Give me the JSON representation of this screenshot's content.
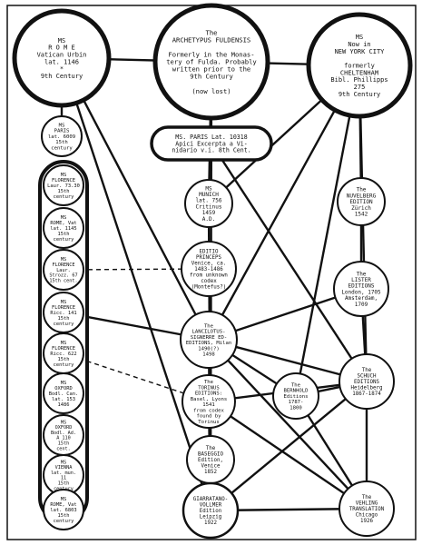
{
  "nodes": {
    "archetype": {
      "lines": [
        "The",
        "ARCHETYPUS FULDENSIS",
        "",
        "Formerly in the Monas-",
        "tery of Fulda. Probably",
        "written prior to the",
        "9th Century",
        "",
        "(now lost)"
      ]
    },
    "vatican1146": {
      "lines": [
        "MS",
        "R O M E",
        "Vatican Urbin",
        "lat. 1146",
        "*",
        "9th Century"
      ]
    },
    "newyork": {
      "lines": [
        "MS",
        "Now in",
        "NEW YORK CITY",
        "",
        "formerly",
        "CHELTENHAM",
        "Bibl. Phillipps",
        "275",
        "9th Century"
      ]
    },
    "paris6009": {
      "lines": [
        "MS",
        "PARIS",
        "lat. 6009",
        "15th",
        "century"
      ]
    },
    "parisApici": {
      "lines": [
        "MS. PARIS Lat. 10318",
        "Apici Excerpta a Vi-",
        "nidario v.i. 8th Cent."
      ]
    },
    "florence7330": {
      "lines": [
        "MS",
        "FLORENCE",
        "Laur. 73.30",
        "15th",
        "century"
      ]
    },
    "munich": {
      "lines": [
        "MS",
        "MUNICH",
        "lat. 756",
        "Critinus",
        "1459",
        "A.D."
      ]
    },
    "torrentino": {
      "lines": [
        "The",
        "NUVELBERG",
        "EDITION",
        "Zürich",
        "1542"
      ]
    },
    "rome1145": {
      "lines": [
        "MS",
        "ROME, Vat",
        "lat. 1145",
        "15th",
        "century"
      ]
    },
    "florenceStrozz": {
      "lines": [
        "MS",
        "FLORENCE",
        "Laur.",
        "Strozz. 67",
        "15th cent."
      ]
    },
    "princeps": {
      "lines": [
        "EDITIO",
        "PRINCEPS",
        "Venice, ca.",
        "1483-1486",
        "from unknown",
        "codex",
        "(Montefus?)"
      ]
    },
    "lister": {
      "lines": [
        "The",
        "LISTER",
        "EDITIONS",
        "London, 1705",
        "Amsterdam,",
        "1709"
      ]
    },
    "florence141": {
      "lines": [
        "MS",
        "FLORENCE",
        "Ricc. 141",
        "15th",
        "century"
      ]
    },
    "lancilotus": {
      "lines": [
        "The",
        "LANCILOTUS-",
        "SIGNERRE ED-",
        "EDITIONS, Milan",
        "1490(?)",
        "1498"
      ]
    },
    "florence622": {
      "lines": [
        "MS",
        "FLORENCE",
        "Ricc. 622",
        "15th",
        "century"
      ]
    },
    "oxford153": {
      "lines": [
        "MS",
        "OXFORD",
        "Bodl. Can.",
        "lat. 153",
        "1486"
      ]
    },
    "torinus": {
      "lines": [
        "The",
        "TORINUS",
        "EDITIONS:",
        "Basel, Lyons",
        "1541",
        "from codex",
        "found by",
        "Torinus"
      ]
    },
    "bernhold": {
      "lines": [
        "The",
        "BERNHOLD",
        "Editions",
        "1787-",
        "1800"
      ]
    },
    "schuch": {
      "lines": [
        "The",
        "SCHUCH",
        "EDITIONS",
        "Heidelberg",
        "1867-1874"
      ]
    },
    "oxford44": {
      "lines": [
        "MS",
        "OXFORD",
        "Bodl. Ad.",
        "A 110",
        "15th",
        "cent."
      ]
    },
    "vienna": {
      "lines": [
        "MS",
        "VIENNA",
        "lat. mun.",
        "11",
        "15th",
        "century"
      ]
    },
    "baseggio": {
      "lines": [
        "The",
        "BASEGGIO",
        "Edition,",
        "Venice",
        "1852"
      ]
    },
    "rome6803": {
      "lines": [
        "MS",
        "ROME, Vat",
        "lat. 6803",
        "15th",
        "century"
      ]
    },
    "giarratano": {
      "lines": [
        "GIARRATANO-",
        "VOLLMER",
        "Edition",
        "Leipzig",
        "1922"
      ]
    },
    "vehling": {
      "lines": [
        "The",
        "VEHLING",
        "TRANSLATION",
        "Chicago",
        "1926"
      ]
    }
  }
}
